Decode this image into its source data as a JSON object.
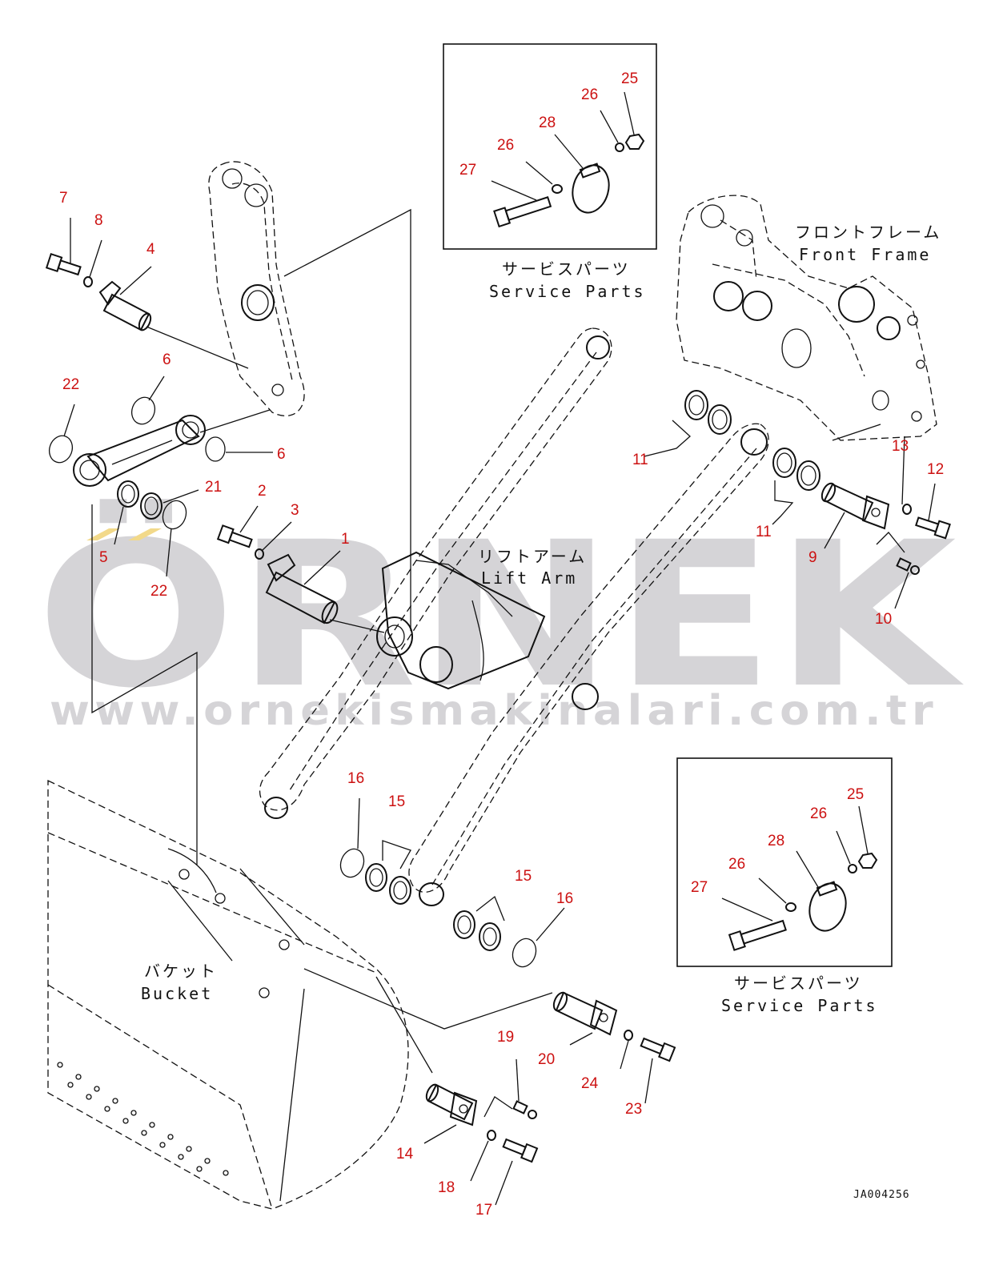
{
  "watermark": {
    "brand": "ÖRNEK",
    "url": "www.ornekismakinalari.com.tr"
  },
  "labels": {
    "front_frame_jp": "フロントフレーム",
    "front_frame_en": "Front Frame",
    "lift_arm_jp": "リフトアーム",
    "lift_arm_en": "Lift Arm",
    "bucket_jp": "バケット",
    "bucket_en": "Bucket",
    "service_parts_top_jp": "サービスパーツ",
    "service_parts_top_en": "Service Parts",
    "service_parts_bottom_jp": "サービスパーツ",
    "service_parts_bottom_en": "Service Parts",
    "drawing_code": "JA004256"
  },
  "part_numbers": {
    "p1": "1",
    "p2": "2",
    "p3": "3",
    "p4": "4",
    "p5": "5",
    "p6a": "6",
    "p6b": "6",
    "p7": "7",
    "p8": "8",
    "p9": "9",
    "p10": "10",
    "p11a": "11",
    "p11b": "11",
    "p12": "12",
    "p13": "13",
    "p14": "14",
    "p15a": "15",
    "p15b": "15",
    "p16a": "16",
    "p16b": "16",
    "p17": "17",
    "p18": "18",
    "p19": "19",
    "p20": "20",
    "p21": "21",
    "p22a": "22",
    "p22b": "22",
    "p23": "23",
    "p24": "24",
    "s1_25": "25",
    "s1_26a": "26",
    "s1_26b": "26",
    "s1_27": "27",
    "s1_28": "28",
    "s2_25": "25",
    "s2_26a": "26",
    "s2_26b": "26",
    "s2_27": "27",
    "s2_28": "28"
  },
  "colors": {
    "callout": "#cc1111",
    "watermark": "#d5d4d7",
    "watermark_accent": "#f2d98a",
    "line": "#111111"
  }
}
